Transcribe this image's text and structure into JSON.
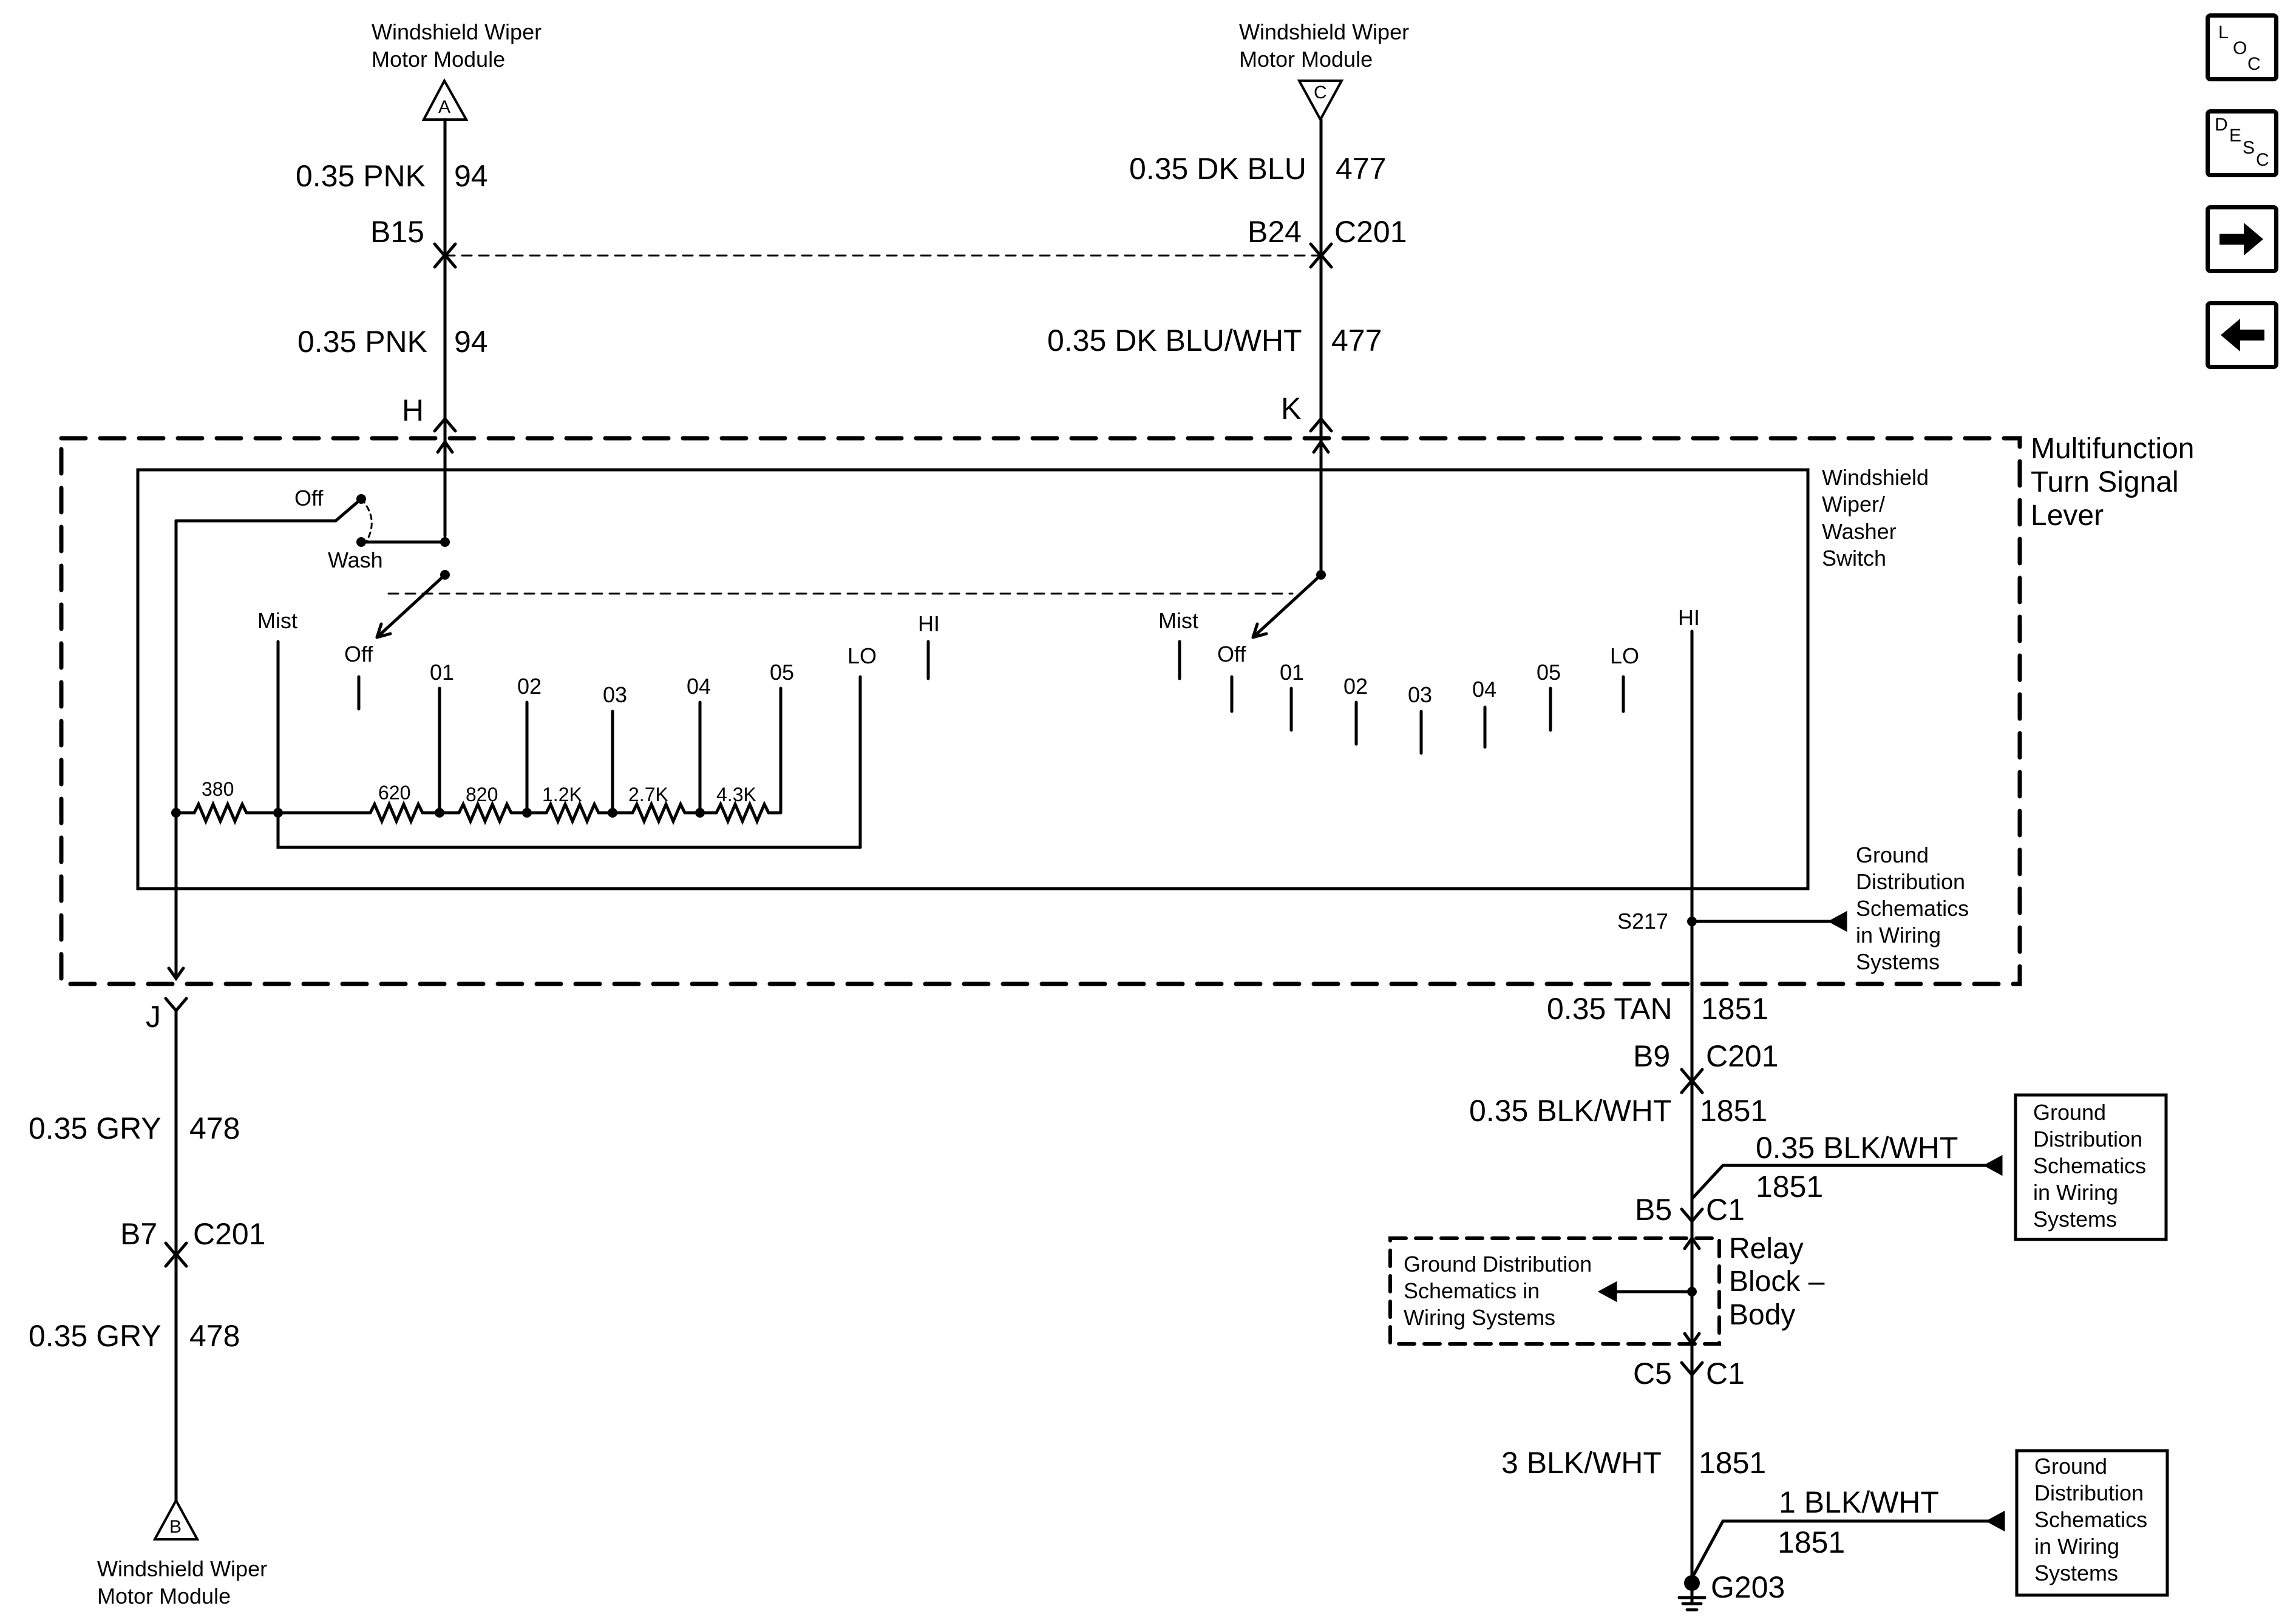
{
  "modules": {
    "top_left": [
      "Windshield Wiper",
      "Motor Module"
    ],
    "top_right": [
      "Windshield Wiper",
      "Motor Module"
    ],
    "bottom_left": [
      "Windshield Wiper",
      "Motor Module"
    ],
    "marker_a": "A",
    "marker_c": "C",
    "marker_b": "B"
  },
  "wires": {
    "pnk_top": "0.35 PNK",
    "pnk_top_ckt": "94",
    "pnk_bottom": "0.35 PNK",
    "pnk_bottom_ckt": "94",
    "dkblu": "0.35 DK BLU",
    "dkblu_ckt": "477",
    "dkbluwht": "0.35 DK BLU/WHT",
    "dkbluwht_ckt": "477",
    "tan": "0.35 TAN",
    "tan_ckt": "1851",
    "blkwht1": "0.35 BLK/WHT",
    "blkwht1_ckt": "1851",
    "blkwht2": "0.35 BLK/WHT",
    "blkwht2_ckt": "1851",
    "blkwht3": "3  BLK/WHT",
    "blkwht3_ckt": "1851",
    "blkwht4": "1 BLK/WHT",
    "blkwht4_ckt": "1851",
    "gry_top": "0.35 GRY",
    "gry_top_ckt": "478",
    "gry_bottom": "0.35 GRY",
    "gry_bottom_ckt": "478"
  },
  "connectors": {
    "b15": "B15",
    "b24": "B24",
    "c201_top": "C201",
    "h": "H",
    "k": "K",
    "j": "J",
    "b9": "B9",
    "c201_b9": "C201",
    "b7": "B7",
    "c201_b7": "C201",
    "b5": "B5",
    "c1_top": "C1",
    "c5": "C5",
    "c1_bottom": "C1",
    "s217": "S217",
    "g203": "G203"
  },
  "components": {
    "lever": [
      "Multifunction",
      "Turn Signal",
      "Lever"
    ],
    "switch": [
      "Windshield",
      "Wiper/",
      "Washer",
      "Switch"
    ],
    "relay_block": [
      "Relay",
      "Block –",
      "Body"
    ]
  },
  "switch_labels": {
    "off_top": "Off",
    "wash": "Wash",
    "mist_left": "Mist",
    "off_left": "Off",
    "p01_left": "01",
    "p02_left": "02",
    "p03_left": "03",
    "p04_left": "04",
    "p05_left": "05",
    "lo_left": "LO",
    "hi_left": "HI",
    "mist_right": "Mist",
    "off_right": "Off",
    "p01_right": "01",
    "p02_right": "02",
    "p03_right": "03",
    "p04_right": "04",
    "p05_right": "05",
    "lo_right": "LO",
    "hi_right": "HI"
  },
  "resistors": [
    "380",
    "620",
    "820",
    "1.2K",
    "2.7K",
    "4.3K"
  ],
  "ground_refs": {
    "s217_ref": [
      "Ground",
      "Distribution",
      "Schematics",
      "in Wiring",
      "Systems"
    ],
    "c1_ref": [
      "Ground",
      "Distribution",
      "Schematics",
      "in Wiring",
      "Systems"
    ],
    "relay_ref": [
      "Ground Distribution",
      "Schematics in",
      "Wiring Systems"
    ],
    "g203_ref": [
      "Ground",
      "Distribution",
      "Schematics",
      "in Wiring",
      "Systems"
    ]
  },
  "nav_buttons": {
    "loc": [
      "L",
      "O",
      "C"
    ],
    "desc": [
      "D",
      "E",
      "S",
      "C"
    ],
    "next_icon": "arrow-right-icon",
    "prev_icon": "arrow-left-icon"
  }
}
